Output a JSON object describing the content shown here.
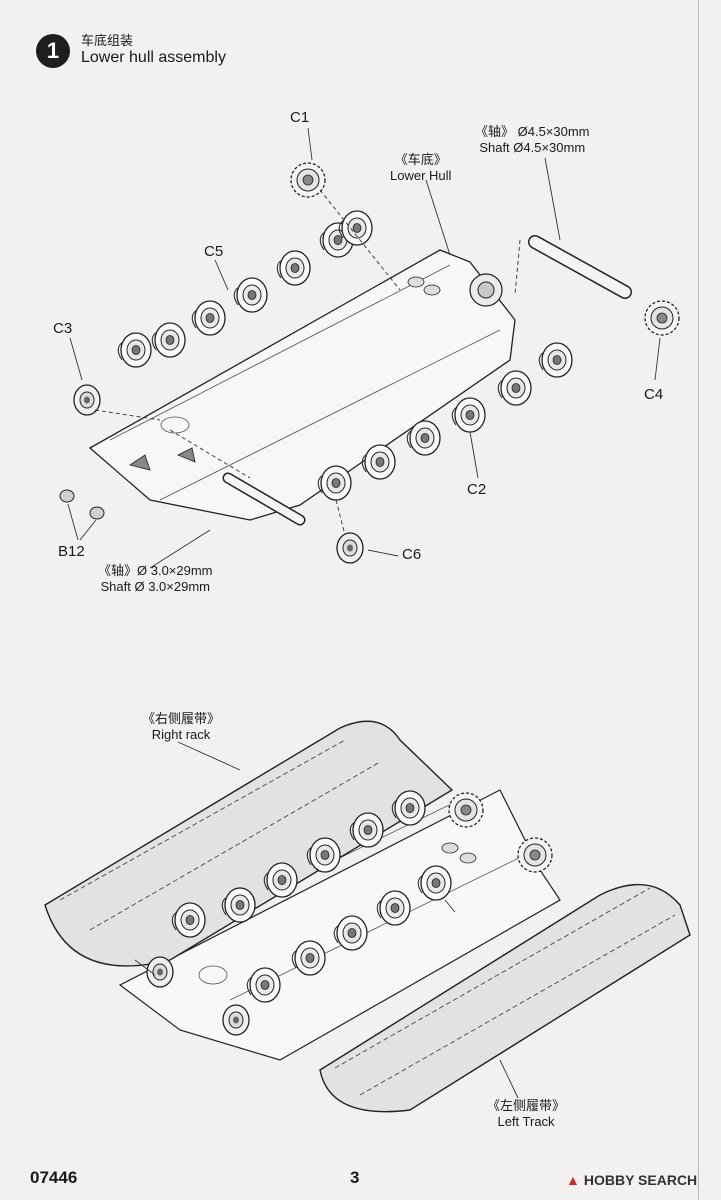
{
  "step": {
    "number": "1",
    "title_cn": "车底组装",
    "title_en": "Lower hull assembly"
  },
  "labels": {
    "c1": "C1",
    "c2": "C2",
    "c3": "C3",
    "c4": "C4",
    "c5": "C5",
    "c6": "C6",
    "b12": "B12",
    "lower_hull_cn": "《车底》",
    "lower_hull_en": "Lower Hull",
    "shaft_long_cn": "《轴》 Ø4.5×30mm",
    "shaft_long_en": "Shaft  Ø4.5×30mm",
    "shaft_short_cn": "《轴》Ø 3.0×29mm",
    "shaft_short_en": "Shaft Ø 3.0×29mm",
    "right_rack_cn": "《右侧履带》",
    "right_rack_en": "Right rack",
    "left_track_cn": "《左侧履带》",
    "left_track_en": "Left Track"
  },
  "footer": {
    "product_code": "07446",
    "page_number": "3",
    "watermark": "HOBBY SEARCH"
  }
}
